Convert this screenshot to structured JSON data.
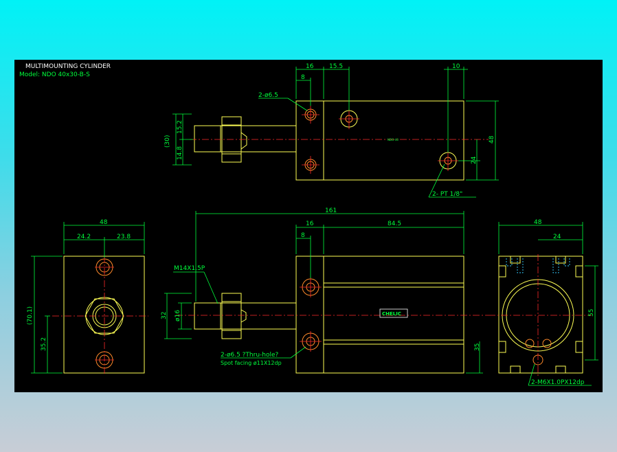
{
  "drawing": {
    "title": "MULTIMOUNTING CYLINDER",
    "model": "Model: NDO 40x30-B-S"
  },
  "top_view": {
    "dims": {
      "d16": "16",
      "d15_5": "15.5",
      "d10": "10",
      "d8": "8",
      "d48": "48",
      "d24": "24",
      "d30": "(30)",
      "d15_2": "15.2",
      "d14_8": "14.8"
    },
    "hole_callout": "2-ø6.5",
    "port_callout": "2- PT 1/8\"",
    "center_note": "NDO-40"
  },
  "front_view": {
    "dims": {
      "d161": "161",
      "d16": "16",
      "d84_5": "84.5",
      "d8": "8",
      "d32": "32",
      "d16_rod": "ø16",
      "d35": "35"
    },
    "thread_callout": "M14X1.5P",
    "hole_callout": "2-ø6.5 ?Thru-hole?",
    "spot_facing": "Spot facing  ø11X12dp",
    "logo_text": "CHELIC"
  },
  "left_view": {
    "dims": {
      "d48": "48",
      "d24_2": "24.2",
      "d23_8": "23.8",
      "d70_1": "(70.1)",
      "d35_2": "35.2"
    }
  },
  "right_view": {
    "dims": {
      "d48": "48",
      "d24": "24",
      "d55": "55"
    },
    "thread_callout": "2-M6X1.0PX12dp"
  },
  "colors": {
    "outline": "#ffff55",
    "dimension": "#00ff3c",
    "centerline": "#ff2a2a",
    "hidden": "#33ccff",
    "text": "#ffffff"
  }
}
